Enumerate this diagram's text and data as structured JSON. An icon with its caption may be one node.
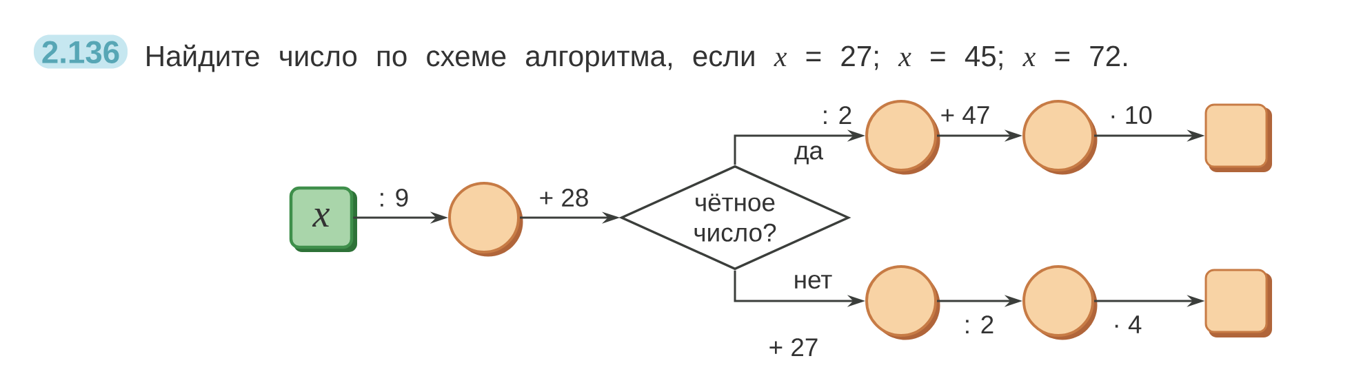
{
  "diagram": {
    "title": "Найдите число по схеме алгоритма, если *x* = 27; *x* = 45; *x* = 72.",
    "nodes": [
      {
        "text": [
          "x"
        ]
      },
      {
        "text": [],
        "shape": "circle"
      },
      {
        "text": [
          "чётное число?"
        ]
      },
      {
        "text": [],
        "shape": "circle"
      },
      {
        "text": [],
        "shape": "circle"
      },
      {
        "text": [],
        "shape": "box"
      },
      {
        "text": [],
        "shape": "circle"
      },
      {
        "text": [],
        "shape": "circle"
      },
      {
        "text": [],
        "shape": "box"
      }
    ],
    "edges": [
      {
        "from": 0,
        "to": 1,
        "arrow": "to",
        "label": ": 9"
      },
      {
        "from": 1,
        "to": 2,
        "arrow": "to",
        "label": "+ 28"
      },
      {
        "from": 2,
        "to": 3,
        "arrow": "to",
        "label": ": 2"
      },
      {
        "from": 3,
        "to": 4,
        "arrow": "to",
        "label": "+ 47"
      },
      {
        "from": 4,
        "to": 5,
        "arrow": "to",
        "label": "· 10"
      },
      {
        "from": 2,
        "to": 6,
        "arrow": "to",
        "label": "+ 27"
      },
      {
        "from": 6,
        "to": 7,
        "arrow": "to",
        "label": ": 2"
      },
      {
        "from": 7,
        "to": 8,
        "arrow": "to",
        "label": "· 4"
      }
    ],
    "labels": [
      "2.136",
      "да",
      "нет"
    ]
  }
}
